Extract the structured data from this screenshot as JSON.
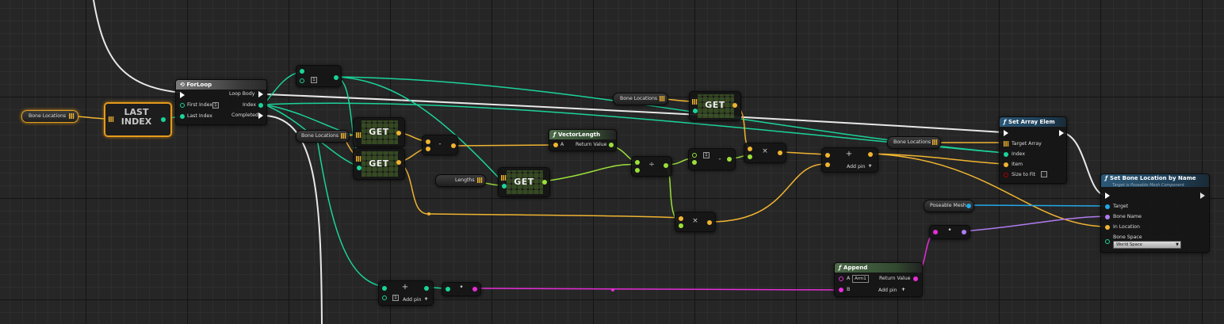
{
  "graph": {
    "bone_locations_label": "Bone Locations",
    "lengths_label": "Lengths",
    "poseable_mesh_label": "Poseable Mesh",
    "last_index_label": "LAST INDEX",
    "get_label": "GET",
    "forloop": {
      "title": "ForLoop",
      "first_index": "First Index",
      "last_index": "Last Index",
      "loop_body": "Loop Body",
      "index": "Index",
      "completed": "Completed",
      "first_index_value": "1"
    },
    "vector_length": {
      "title": "VectorLength",
      "input_a": "A",
      "return_value": "Return Value"
    },
    "set_array_elem": {
      "title": "Set Array Elem",
      "target_array": "Target Array",
      "index": "Index",
      "item": "Item",
      "size_to_fit": "Size to Fit"
    },
    "set_bone_location": {
      "title": "Set Bone Location by Name",
      "subtitle": "Target is Poseable Mesh Component",
      "target": "Target",
      "bone_name": "Bone Name",
      "in_location": "In Location",
      "bone_space": "Bone Space",
      "bone_space_value": "World Space"
    },
    "append": {
      "title": "Append",
      "input_a": "A",
      "a_value": "Arm1",
      "input_b": "B",
      "return_value": "Return Value",
      "add_pin": "Add pin"
    },
    "ops": {
      "minus": "-",
      "divide": "÷",
      "multiply": "×",
      "add_pin": "Add pin",
      "one_value": "1",
      "dot": "•"
    }
  },
  "colors": {
    "exec": "#ffffff",
    "integer": "#1bd39a",
    "vector": "#f0b431",
    "string": "#e62ed8",
    "name": "#b07cf0",
    "object": "#22a8e8",
    "float": "#9be03a"
  }
}
